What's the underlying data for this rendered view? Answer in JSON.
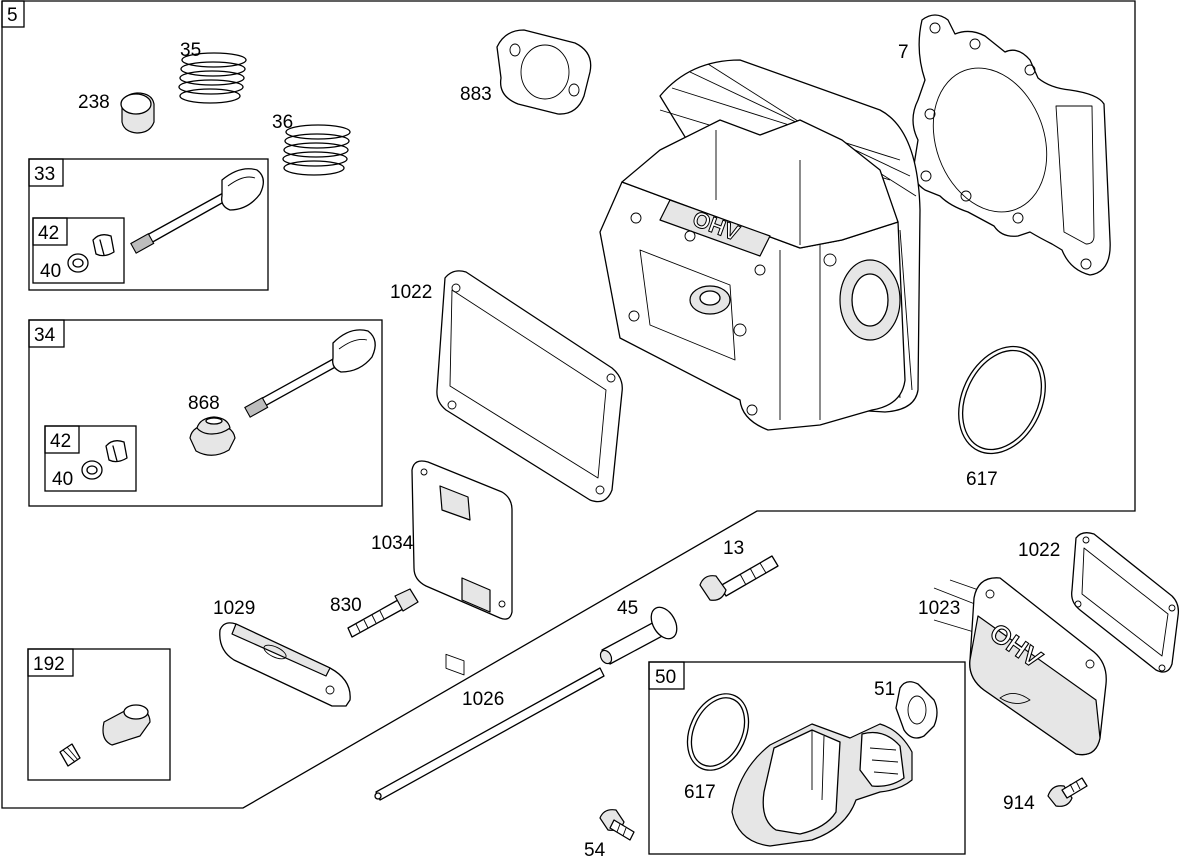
{
  "callouts": {
    "c5": "5",
    "c35": "35",
    "c238": "238",
    "c36": "36",
    "c33": "33",
    "c42a": "42",
    "c40a": "40",
    "c34": "34",
    "c868": "868",
    "c42b": "42",
    "c40b": "40",
    "c883": "883",
    "c7": "7",
    "c1022a": "1022",
    "c617a": "617",
    "c1034": "1034",
    "c1029": "1029",
    "c830": "830",
    "c192": "192",
    "c13": "13",
    "c45": "45",
    "c1026": "1026",
    "c50": "50",
    "c51": "51",
    "c617b": "617",
    "c54": "54",
    "c1022b": "1022",
    "c1023": "1023",
    "c914": "914"
  },
  "stamps": {
    "head_stamp": "OHV",
    "cover_stamp": "OHV"
  }
}
